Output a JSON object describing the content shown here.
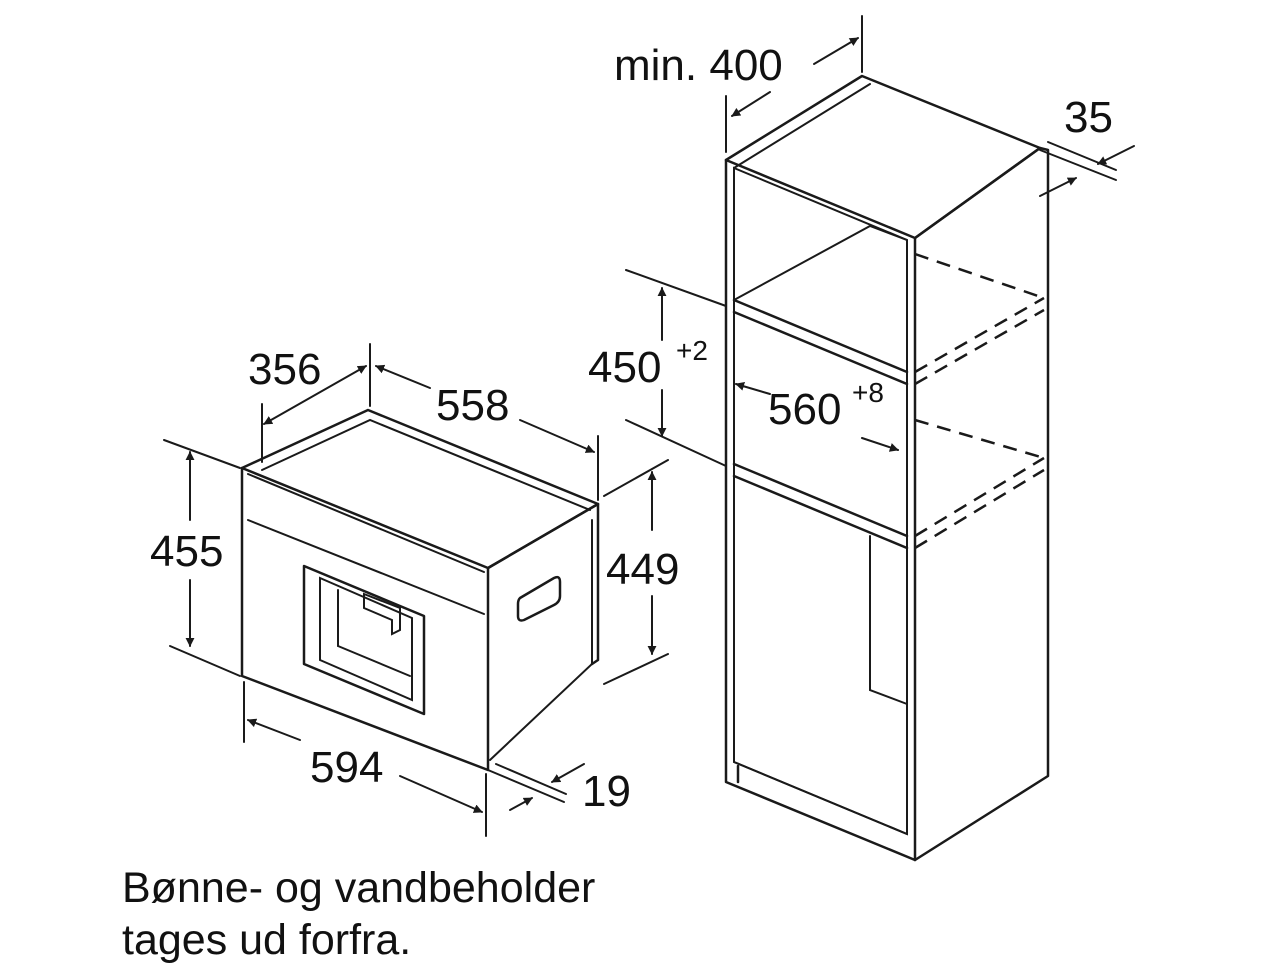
{
  "dimensions": {
    "cabinet_depth": "min. 400",
    "cabinet_rear_gap": "35",
    "niche_height": "450",
    "niche_height_tolerance": "+2",
    "niche_width": "560",
    "niche_width_tolerance": "+8",
    "appliance_depth": "356",
    "appliance_width": "558",
    "front_height": "455",
    "body_height": "449",
    "front_width": "594",
    "front_thickness": "19"
  },
  "caption": {
    "line1": "Bønne- og vandbeholder",
    "line2": "tages ud forfra."
  }
}
